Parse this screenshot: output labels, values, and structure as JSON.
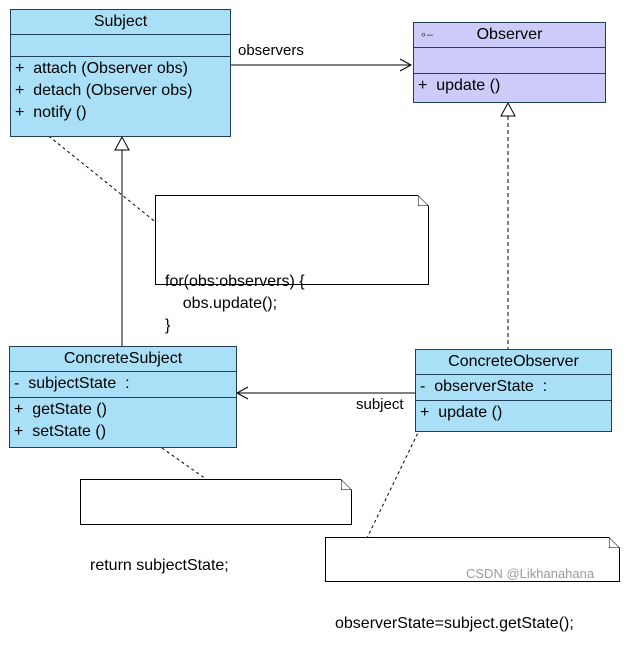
{
  "classes": {
    "subject": {
      "name": "Subject",
      "attributes": [],
      "methods": [
        "+  attach (Observer obs)",
        "+  detach (Observer obs)",
        "+  notify ()"
      ]
    },
    "observer": {
      "name": "Observer",
      "attributes": [],
      "methods": [
        "+  update ()"
      ]
    },
    "concrete_subject": {
      "name": "ConcreteSubject",
      "attributes": [
        "-  subjectState  :"
      ],
      "methods": [
        "+  getState ()",
        "+  setState ()"
      ]
    },
    "concrete_observer": {
      "name": "ConcreteObserver",
      "attributes": [
        "-  observerState  :"
      ],
      "methods": [
        "+  update ()"
      ]
    }
  },
  "notes": {
    "notify": "for(obs:observers) {\n    obs.update();\n}",
    "get_state": "return subjectState;",
    "update": "observerState=subject.getState();"
  },
  "associations": {
    "observers": "observers",
    "subject": "subject"
  },
  "watermark": "CSDN @Likhanahana",
  "colors": {
    "class_fill": "#a9e0f7",
    "interface_fill": "#cccbf9",
    "border": "#1f3f5a"
  }
}
